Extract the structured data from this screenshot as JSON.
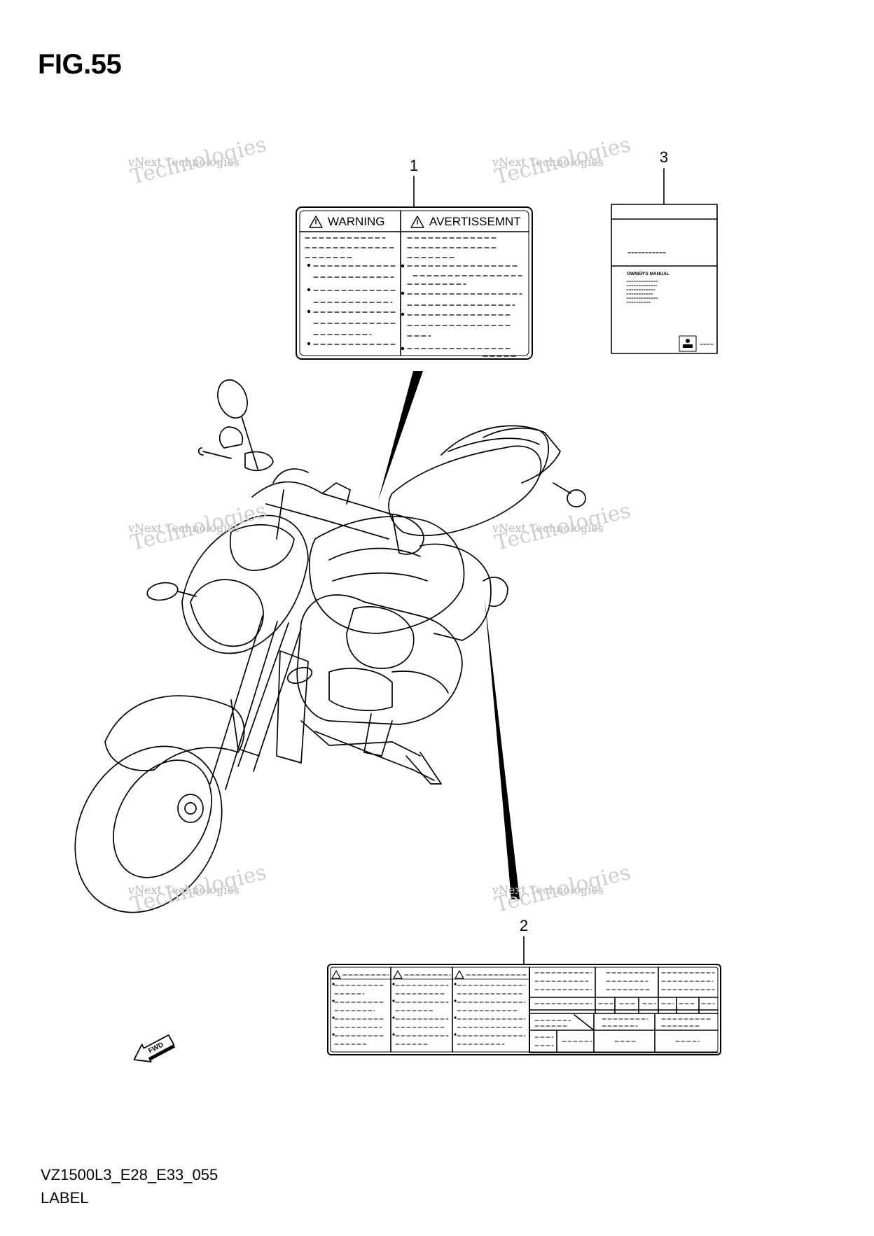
{
  "figure": {
    "title": "FIG.55",
    "code": "VZ1500L3_E28_E33_055",
    "caption": "LABEL"
  },
  "callouts": [
    {
      "number": "1"
    },
    {
      "number": "2"
    },
    {
      "number": "3"
    }
  ],
  "label_1": {
    "left_heading": "WARNING",
    "right_heading": "AVERTISSEMNT"
  },
  "label_3": {
    "heading": "OWNER'S MANUAL"
  },
  "direction_arrow": {
    "text": "FWD"
  },
  "watermark": {
    "line1": "vNext Technologies",
    "line2": "Technologies"
  },
  "colors": {
    "ink": "#000000",
    "watermark": "#b8b8b8"
  }
}
